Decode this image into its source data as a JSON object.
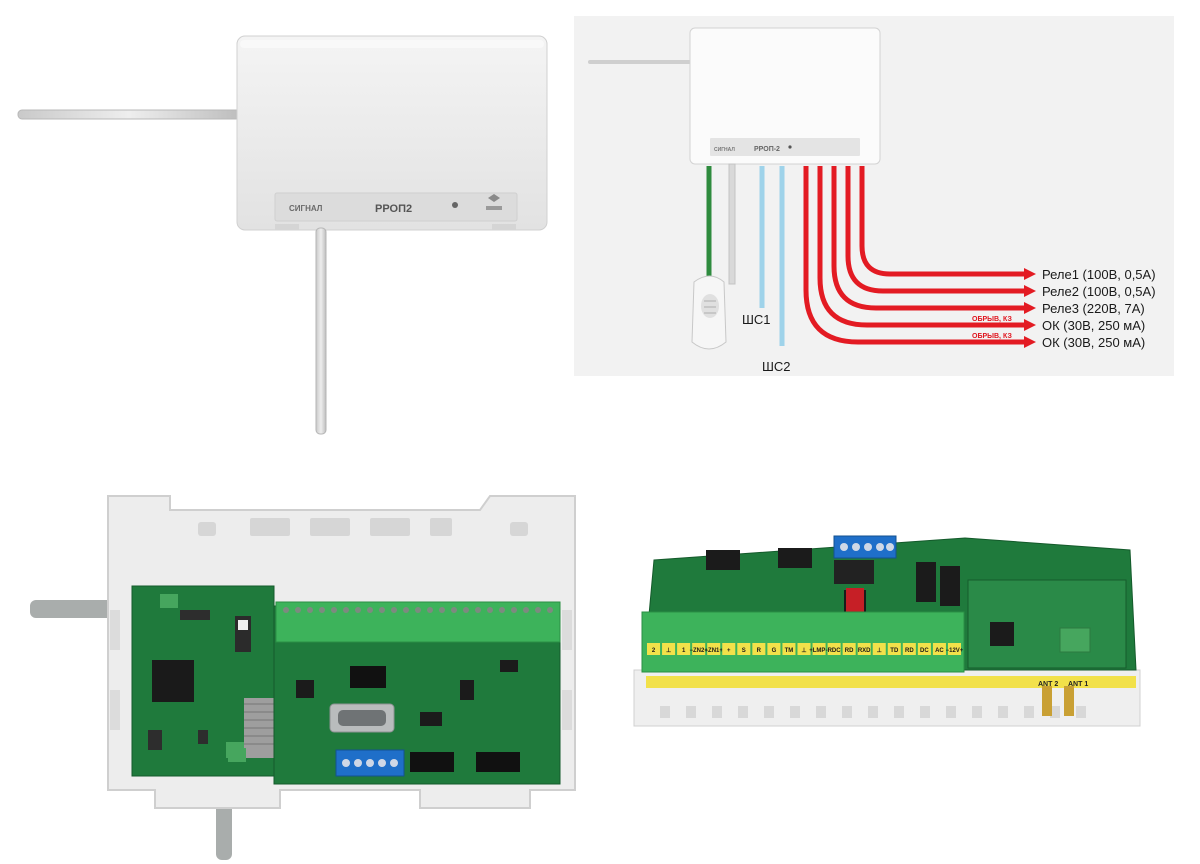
{
  "device": {
    "brand": "СИГНАЛ",
    "model": "РРОП2",
    "model_diagram": "РРОП-2"
  },
  "diagram": {
    "loops": [
      "ШС1",
      "ШС2"
    ],
    "outputs": [
      "Реле1 (100В, 0,5А)",
      "Реле2 (100В, 0,5А)",
      "Реле3 (220В, 7А)",
      "ОК (30В, 250 мА)",
      "ОК (30В, 250 мА)"
    ],
    "fault_label": "ОБРЫВ, КЗ"
  },
  "board": {
    "terminals": [
      "2",
      "⊥",
      "1",
      "−ZN2+",
      "−ZN1+",
      "+",
      "S",
      "R",
      "G",
      "TM",
      "⊥",
      "+LMP−",
      "RDC",
      "RD",
      "RXD",
      "⊥",
      "TD",
      "RD",
      "DC",
      "AC",
      "−12V+"
    ],
    "antennas": [
      "ANT 2",
      "ANT 1"
    ]
  },
  "colors": {
    "relay_wire": "#e31b23",
    "loop_wire": "#9fd3ea",
    "sensor_wire": "#2e8b3e",
    "pcb_green": "#1f7a3c",
    "terminal_green": "#3db35b",
    "terminal_blue": "#1f6fc9",
    "label_yellow": "#f2e14a"
  }
}
